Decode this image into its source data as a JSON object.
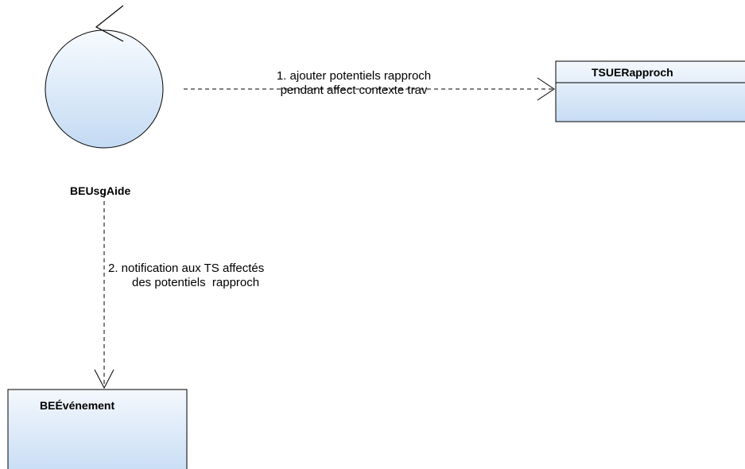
{
  "actor": {
    "name": "BEUsgAide"
  },
  "classes": [
    {
      "name": "TSUERapproch"
    },
    {
      "name": "BEÉvénement"
    }
  ],
  "messages": [
    {
      "line1": "1. ajouter potentiels rapproch",
      "line2": "pendant affect contexte trav"
    },
    {
      "line1": "2. notification aux TS affectés",
      "line2": "des potentiels  rapproch"
    }
  ],
  "colors": {
    "class_fill_top": "#f4f8fd",
    "class_fill_bottom": "#c6dcf4",
    "stroke": "#000000",
    "background": "#ffffff"
  }
}
